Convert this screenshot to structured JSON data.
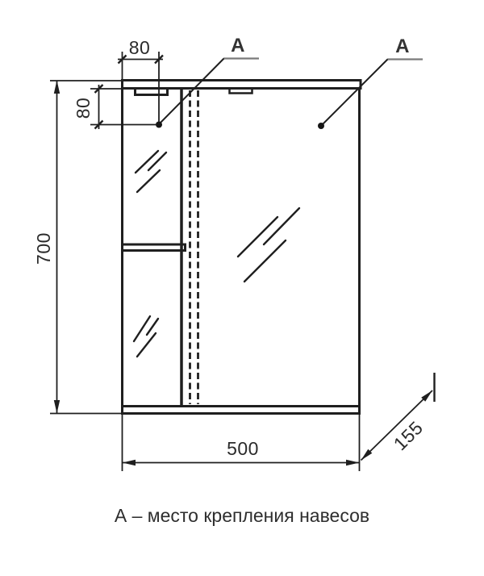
{
  "palette": {
    "background": "#ffffff",
    "line": "#1f1f1f",
    "text": "#2b2b2b",
    "marker_underline": "#7a7a7a"
  },
  "drawing": {
    "subject": "mirror-cabinet-front-elevation",
    "caption": "А – место крепления навесов",
    "markers": {
      "left": "A",
      "right": "A"
    },
    "dimensions": {
      "hanger_offset_x": "80",
      "hanger_offset_y": "80",
      "height": "700",
      "width": "500",
      "depth": "155"
    }
  }
}
